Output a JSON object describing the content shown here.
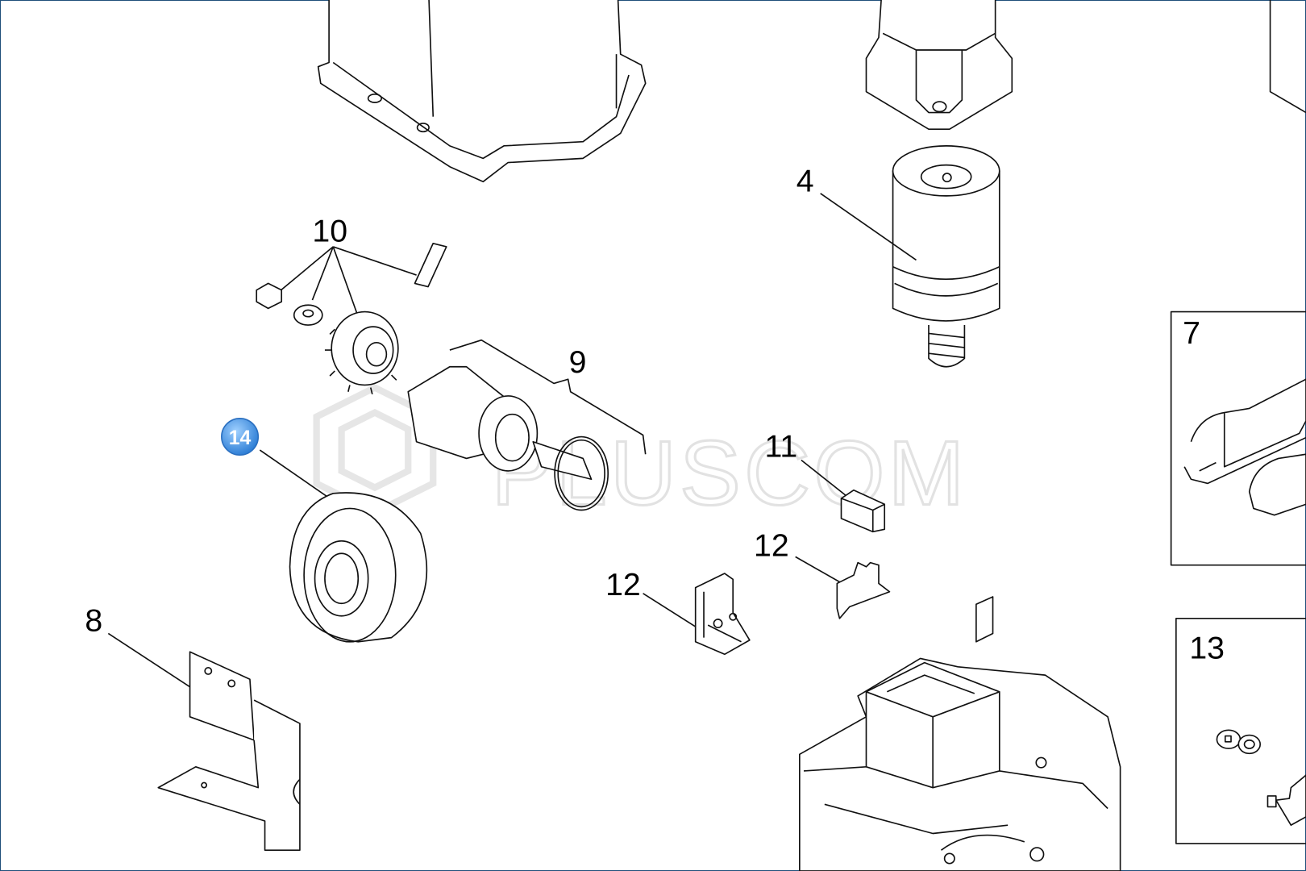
{
  "diagram": {
    "watermark": "PLUSCOM",
    "part_labels": {
      "p4": "4",
      "p7": "7",
      "p8": "8",
      "p9": "9",
      "p10": "10",
      "p11": "11",
      "p12a": "12",
      "p12b": "12",
      "p13": "13",
      "p14": "14"
    },
    "highlight_color": "#3a8ee0"
  }
}
